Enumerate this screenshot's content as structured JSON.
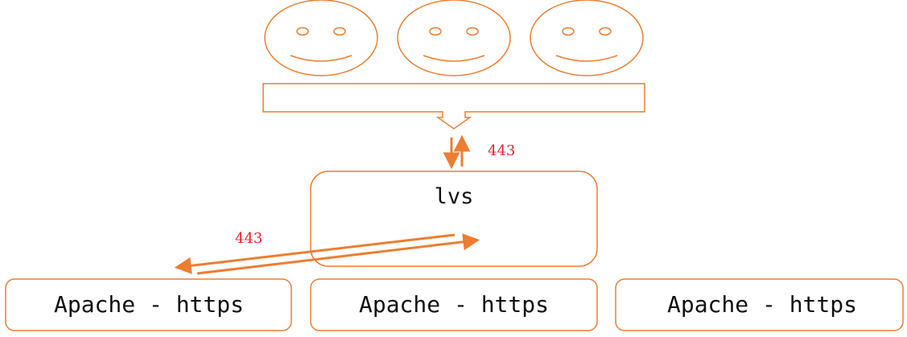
{
  "colors": {
    "accent": "#ED7D31",
    "port_text": "#E8202A",
    "text": "#111111",
    "background": "#FFFFFF"
  },
  "clients": {
    "count": 3,
    "icon": "smiley-face-icon"
  },
  "load_balancer": {
    "label": "lvs",
    "port_label": "443"
  },
  "backend_link": {
    "port_label": "443"
  },
  "servers": [
    {
      "label": "Apache - https"
    },
    {
      "label": "Apache - https"
    },
    {
      "label": "Apache - https"
    }
  ]
}
